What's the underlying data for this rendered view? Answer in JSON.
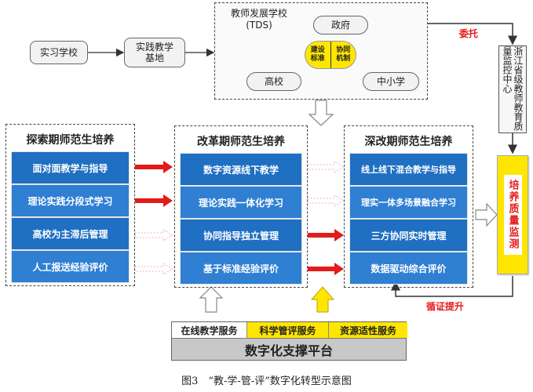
{
  "practice_school": "实习学校",
  "practice_base": "实践教学\n基地",
  "tds": {
    "title": "教师发展学校",
    "subtitle": "(TDS)",
    "gov": "政府",
    "univ": "高校",
    "school": "中小学",
    "badge_left": "建设\n标准",
    "badge_right": "协同\n机制"
  },
  "entrust": "委托",
  "quality_center": "浙江省级教师教育质量监控中心",
  "stages": [
    {
      "title": "探索期师范生培养",
      "items": [
        "面对面教学与指导",
        "理论实践分段式学习",
        "高校为主滞后管理",
        "人工报送经验评价"
      ]
    },
    {
      "title": "改革期师范生培养",
      "items": [
        "数字资源线下教学",
        "理论实践一体化学习",
        "协同指导独立管理",
        "基于标准经验评价"
      ]
    },
    {
      "title": "深改期师范生培养",
      "items": [
        "线上线下混合教学与指导",
        "理实一体多场景融合学习",
        "三方协同实时管理",
        "数据驱动综合评价"
      ]
    }
  ],
  "monitoring": "培养质量监测",
  "evidence": "循证提升",
  "platform": {
    "services": [
      "在线教学服务",
      "科学管评服务",
      "资源适性服务"
    ],
    "name": "数字化支撑平台"
  },
  "caption": "图3　“教-学-管-评”数字化转型示意图",
  "colors": {
    "accent_red": "#e31b1b",
    "item_blue": "#1f6fc2",
    "yellow": "#ffe600",
    "platform_gray": "#c8c8c8"
  }
}
